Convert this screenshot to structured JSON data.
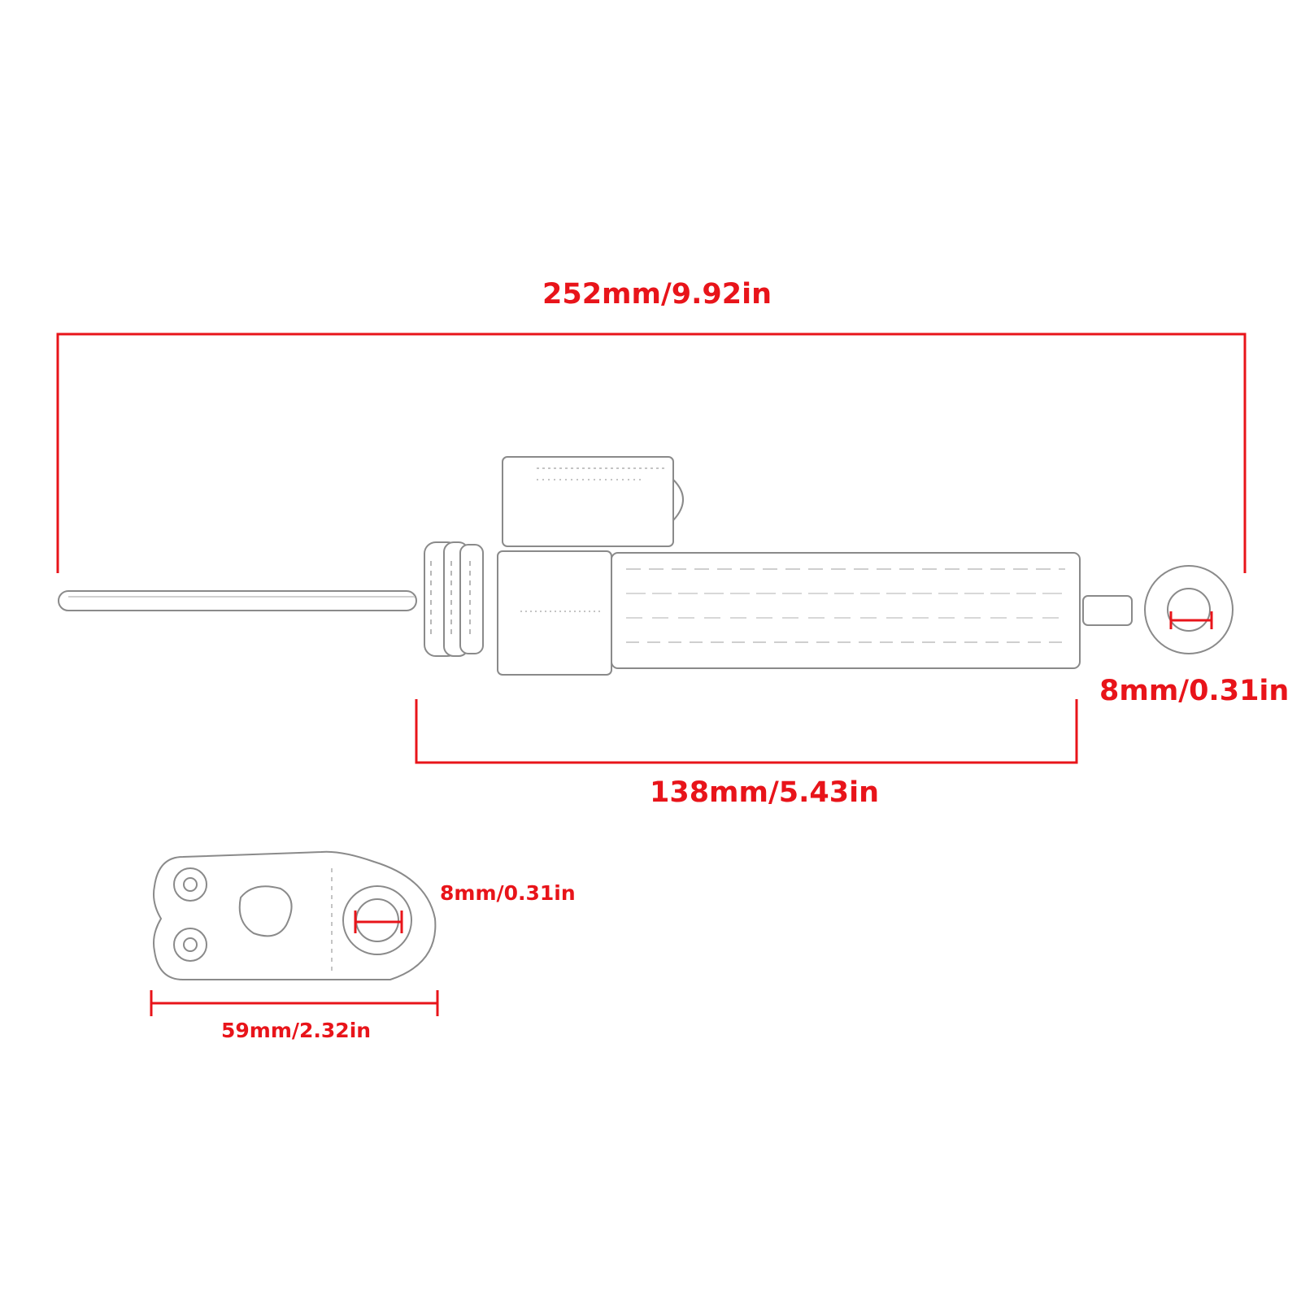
{
  "colors": {
    "dimension": "#e8141a",
    "outline": "#8a8a8a",
    "background": "#ffffff"
  },
  "dimensions": {
    "overall_length": "252mm/9.92in",
    "body_length": "138mm/5.43in",
    "rod_end_hole": "8mm/0.31in",
    "clamp_hole": "8mm/0.31in",
    "clamp_width": "59mm/2.32in"
  },
  "parts": {
    "damper": "steering-damper-icon",
    "clamp": "mounting-clamp-icon"
  }
}
